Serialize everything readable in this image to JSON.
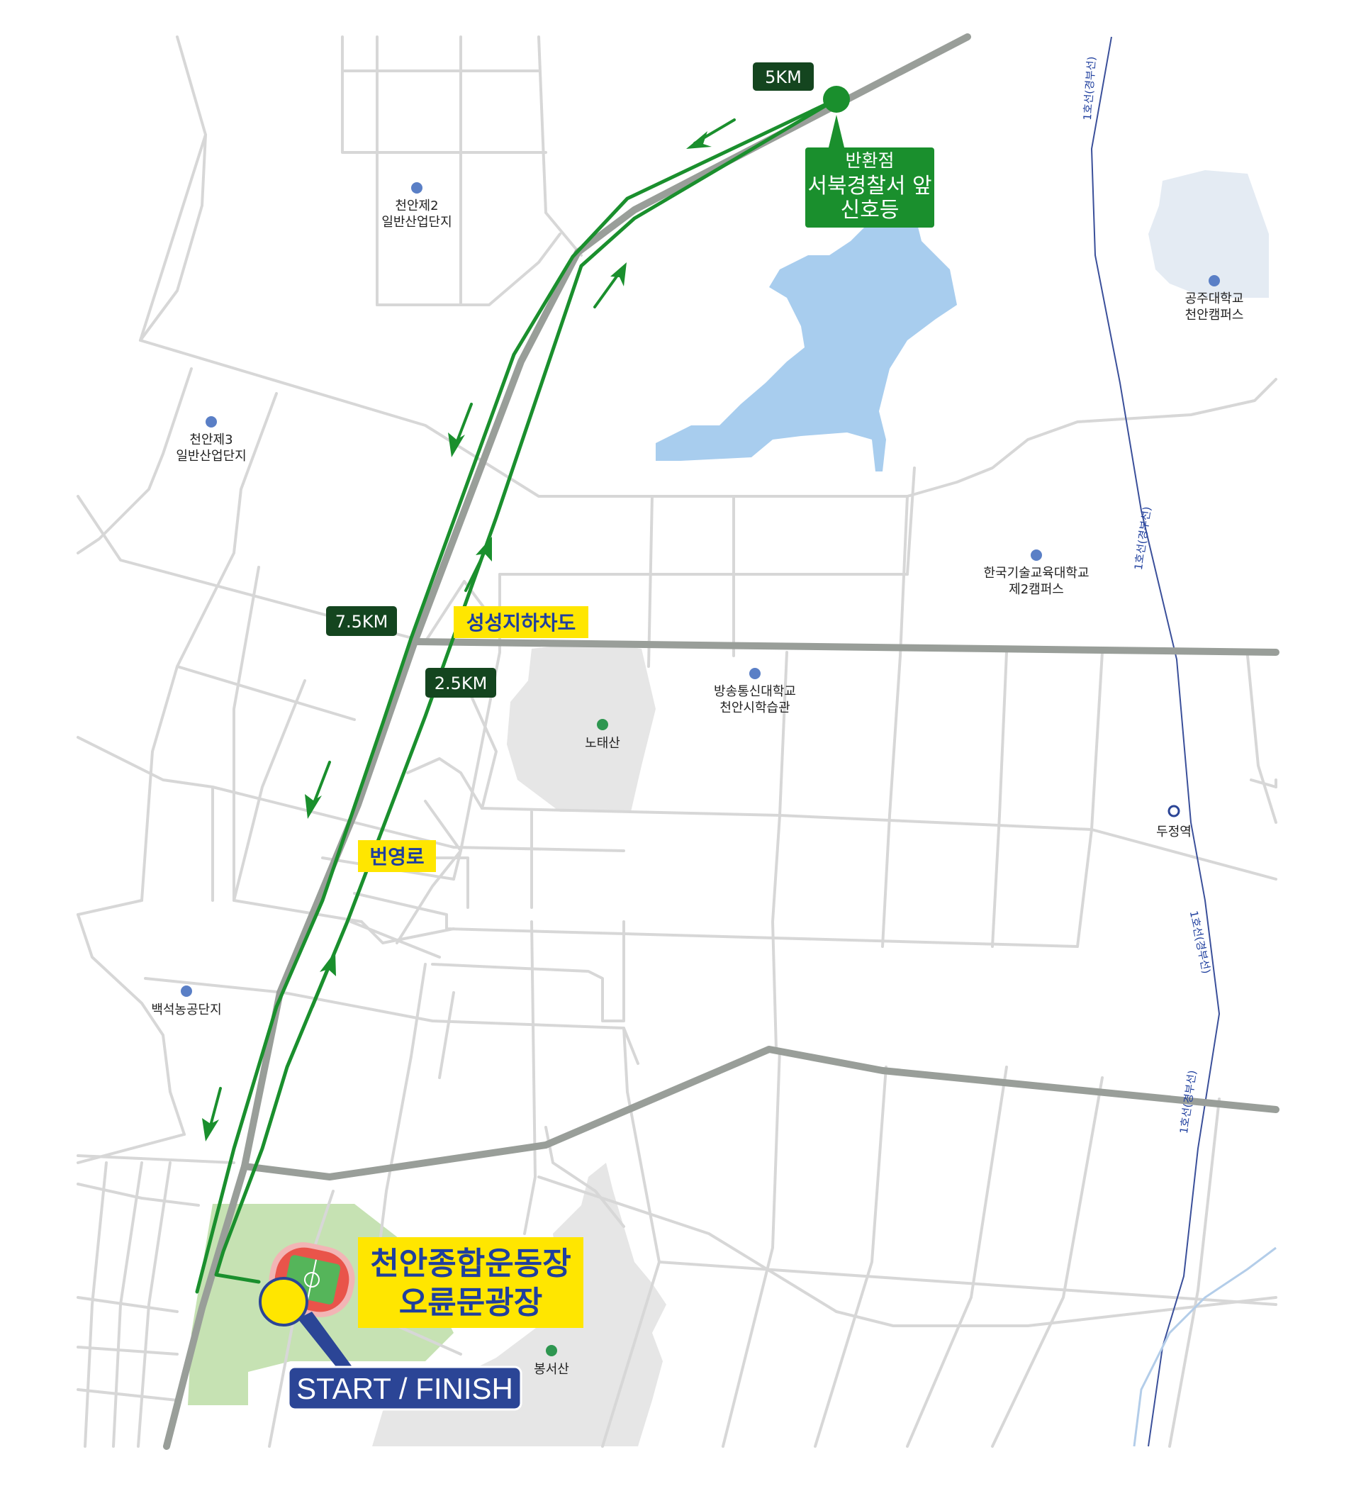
{
  "colors": {
    "route": "#1a8f2d",
    "main_road": "#999e99",
    "street": "#d7d7d7",
    "water": "#a8cdee",
    "mountain": "#e6e6e6",
    "park": "#c6e2b3",
    "km_badge": "#14451f",
    "road_badge": "#ffe600",
    "venue_box": "#ffe600",
    "start_badge": "#2b4596",
    "railway": "#3a4f9a",
    "poi_blue": "#5a7fc6",
    "poi_green": "#2e9650"
  },
  "km_markers": {
    "km5": "5KM",
    "km75": "7.5KM",
    "km25": "2.5KM"
  },
  "turnaround": {
    "line1": "반환점",
    "line2": "서북경찰서 앞",
    "line3": "신호등"
  },
  "road_labels": {
    "underpass": "성성지하차도",
    "road": "번영로"
  },
  "venue": {
    "line1": "천안종합운동장",
    "line2": "오륜문광장"
  },
  "start_finish": "START / FINISH",
  "pois": {
    "industrial2_l1": "천안제2",
    "industrial2_l2": "일반산업단지",
    "industrial3_l1": "천안제3",
    "industrial3_l2": "일반산업단지",
    "kongju_l1": "공주대학교",
    "kongju_l2": "천안캠퍼스",
    "koreatech_l1": "한국기술교육대학교",
    "koreatech_l2": "제2캠퍼스",
    "knou_l1": "방송통신대학교",
    "knou_l2": "천안시학습관",
    "notaesan": "노태산",
    "baekseok": "백석농공단지",
    "bongseosan": "봉서산",
    "dujeong": "두정역"
  },
  "railway": {
    "label": "1호선(경부선)"
  }
}
